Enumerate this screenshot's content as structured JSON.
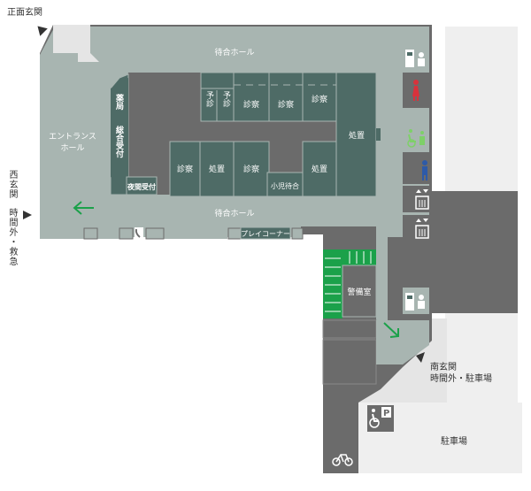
{
  "outside": {
    "front_entrance": "正面玄関",
    "west_entrance": "西玄関",
    "west_after_hours": "時間外・救急",
    "south_entrance": "南玄関",
    "south_sub": "時間外・駐車場",
    "parking": "駐車場"
  },
  "halls": {
    "waiting_hall_top": "待合ホール",
    "waiting_hall_bottom": "待合ホール",
    "entrance_hall_1": "エントランス",
    "entrance_hall_2": "ホール"
  },
  "rooms": {
    "pharmacy": "薬局",
    "general_reception": "総合受付",
    "night_reception": "夜間受付",
    "pre_exam_1": "予診",
    "pre_exam_2": "予診",
    "exam_top_1": "診察",
    "exam_top_2": "診察",
    "exam_top_3": "診察",
    "exam_bottom_1": "診察",
    "exam_bottom_2": "診察",
    "treatment_right": "処置",
    "treatment_bottom_1": "処置",
    "treatment_bottom_2": "処置",
    "pediatric_waiting": "小児待合",
    "play_corner": "プレイコーナー",
    "security_room": "警備室"
  },
  "icons": {
    "phone": "phone-icon",
    "atm_top": "atm-icon",
    "atm_bottom": "atm-icon",
    "female_restroom": "female-restroom-icon",
    "male_restroom": "male-restroom-icon",
    "accessible_restroom": "accessible-restroom-icon",
    "elevator_1": "elevator-icon",
    "elevator_2": "elevator-icon",
    "accessible_parking": "accessible-parking-icon",
    "bicycle_parking": "bicycle-icon"
  },
  "colors": {
    "floor": "#a8b5b1",
    "outdoor": "#888888",
    "wall": "#6b6b6b",
    "room": "#4e6b66",
    "pale": "#e5e5e5",
    "parking_area": "#efefef",
    "accent_green": "#1ba14a",
    "female_restroom": "#d8323c",
    "male_restroom": "#2d5aa8",
    "accessible_green": "#7ed068"
  }
}
